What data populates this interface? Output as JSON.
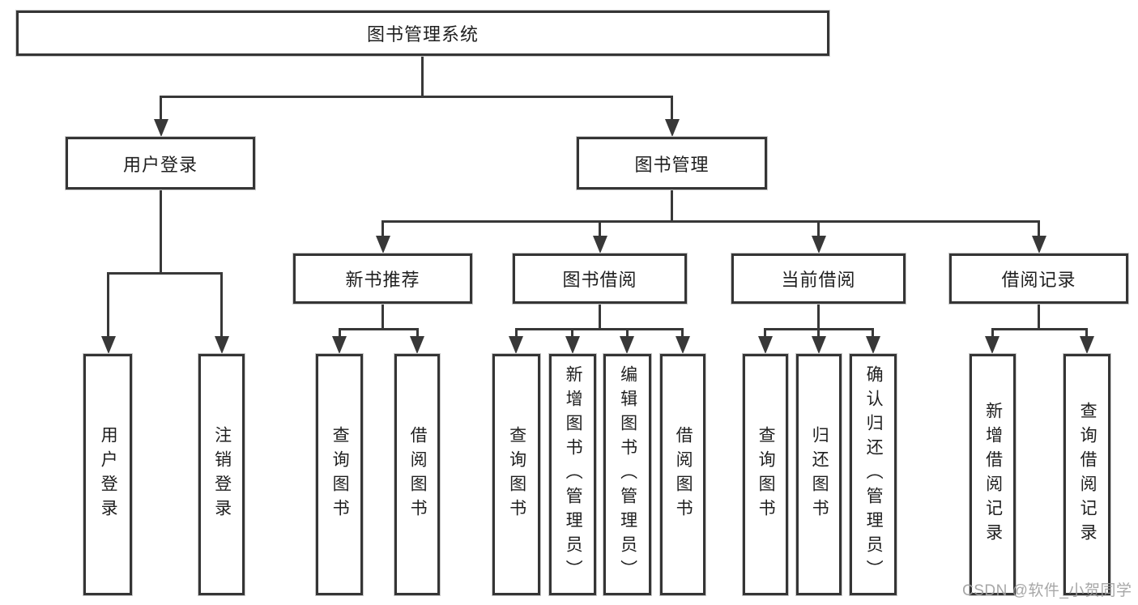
{
  "diagram": {
    "type": "tree",
    "root_label": "图书管理系统",
    "branches": [
      {
        "label": "用户登录",
        "leaves": [
          "用户登录",
          "注销登录"
        ]
      },
      {
        "label": "图书管理",
        "groups": [
          {
            "label": "新书推荐",
            "leaves": [
              "查询图书",
              "借阅图书"
            ]
          },
          {
            "label": "图书借阅",
            "leaves": [
              "查询图书",
              "新增图书（管理员）",
              "编辑图书（管理员）",
              "借阅图书"
            ]
          },
          {
            "label": "当前借阅",
            "leaves": [
              "查询图书",
              "归还图书",
              "确认归还（管理员）"
            ]
          },
          {
            "label": "借阅记录",
            "leaves": [
              "新增借阅记录",
              "查询借阅记录"
            ]
          }
        ]
      }
    ],
    "watermark": "CSDN @软件_小贺同学",
    "colors": {
      "line": "#383838",
      "box_border": "#353535",
      "text": "#1f1f1f",
      "background": "#ffffff",
      "watermark": "#a0a0a0"
    }
  }
}
